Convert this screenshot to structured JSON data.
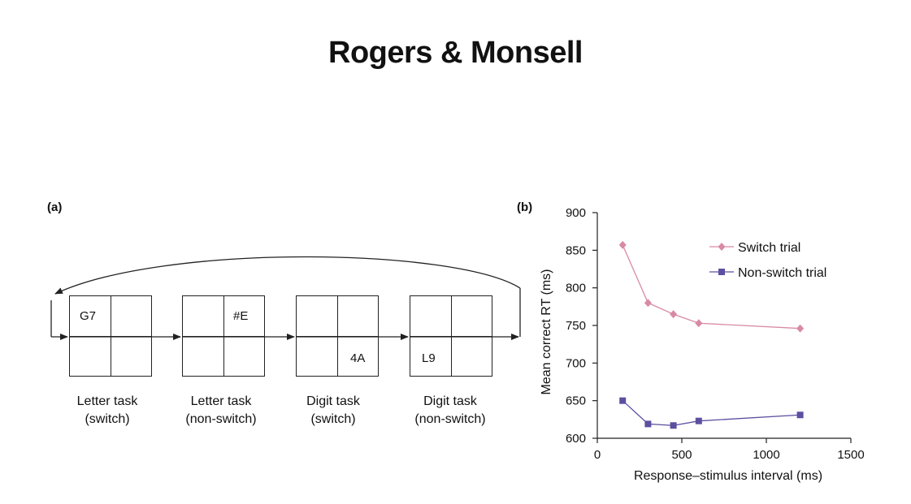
{
  "title": "Rogers & Monsell",
  "panel_a": {
    "label": "(a)",
    "boxes": [
      {
        "stimulus": "G7",
        "line1": "Letter task",
        "line2": "(switch)"
      },
      {
        "stimulus": "#E",
        "line1": "Letter task",
        "line2": "(non-switch)"
      },
      {
        "stimulus": "4A",
        "line1": "Digit task",
        "line2": "(switch)"
      },
      {
        "stimulus": "L9",
        "line1": "Digit task",
        "line2": "(non-switch)"
      }
    ]
  },
  "panel_b": {
    "label": "(b)"
  },
  "chart_data": {
    "type": "line",
    "xlabel": "Response–stimulus interval (ms)",
    "ylabel": "Mean correct RT (ms)",
    "xlim": [
      0,
      1500
    ],
    "ylim": [
      600,
      900
    ],
    "xticks": [
      0,
      500,
      1000,
      1500
    ],
    "yticks": [
      600,
      650,
      700,
      750,
      800,
      850,
      900
    ],
    "grid": false,
    "legend": "top-right",
    "series": [
      {
        "name": "Switch trial",
        "color": "#d98aa3",
        "marker": "diamond",
        "x": [
          150,
          300,
          450,
          600,
          1200
        ],
        "y": [
          857,
          780,
          765,
          753,
          746
        ]
      },
      {
        "name": "Non-switch trial",
        "color": "#5c4fa0",
        "marker": "square",
        "x": [
          150,
          300,
          450,
          600,
          1200
        ],
        "y": [
          650,
          619,
          617,
          623,
          631
        ]
      }
    ]
  }
}
